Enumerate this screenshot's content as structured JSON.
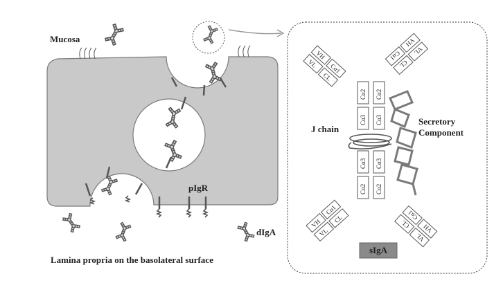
{
  "labels": {
    "mucosa": "Mucosa",
    "pigr": "pIgR",
    "digA": "dIgA",
    "lamina": "Lamina propria on the basolateral surface",
    "j_chain": "J chain",
    "secretory_line1": "Secretory",
    "secretory_line2": "Component",
    "sigA": "sIgA"
  },
  "domains": {
    "vh": "VH",
    "vl": "VL",
    "cl": "CL",
    "ca1": "Cα1",
    "ca2": "Cα2",
    "ca3": "Cα3"
  },
  "colors": {
    "cell_fill": "#c9c9c9",
    "cell_stroke": "#7a7a7a",
    "vesicle_fill": "#ffffff",
    "antibody_dark": "#555555",
    "antibody_light": "#c8c8c8",
    "secretory_component": "#7a7a7a",
    "sigA_badge": "#8a8a8a"
  }
}
